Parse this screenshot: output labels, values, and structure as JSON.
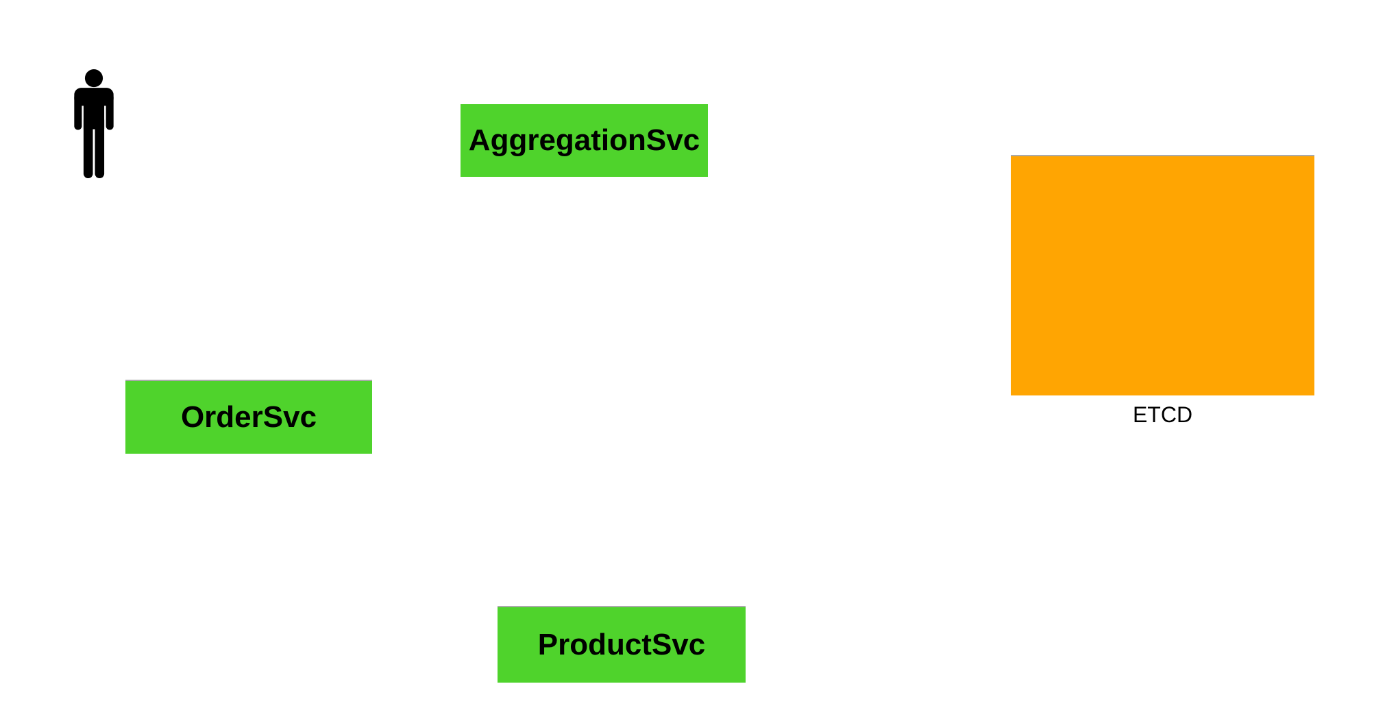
{
  "canvas": {
    "background": "#ffffff"
  },
  "colors": {
    "service_fill": "#4fd32c",
    "datastore_fill": "#ffa502",
    "label_text": "#000000",
    "top_edge_line": "#a9a9a9",
    "actor_fill": "#000000",
    "canvas_bg": "#ffffff"
  },
  "actor": {
    "icon": "person-icon"
  },
  "services": [
    {
      "label": "AggregationSvc"
    },
    {
      "label": "OrderSvc"
    },
    {
      "label": "ProductSvc"
    }
  ],
  "datastore": {
    "label": "ETCD"
  }
}
